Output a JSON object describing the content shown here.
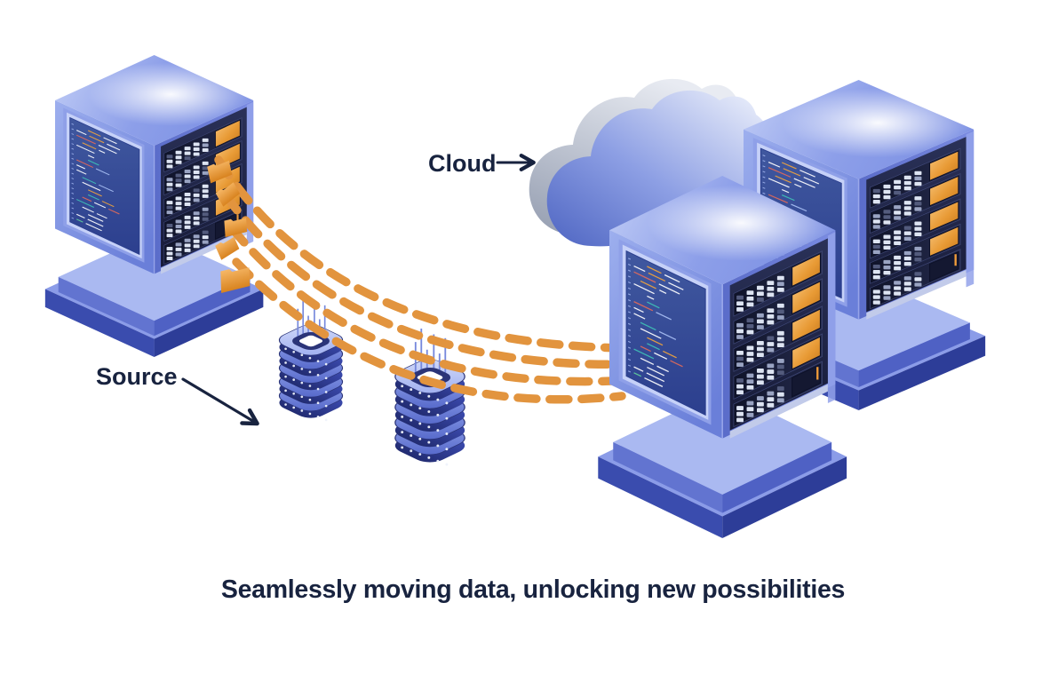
{
  "labels": {
    "cloud": "Cloud",
    "source": "Source"
  },
  "caption": "Seamlessly moving data, unlocking new possibilities",
  "colors": {
    "background": "#ffffff",
    "text": "#18233f",
    "arrow": "#18233f",
    "dash_orange": "#e2943e",
    "folder_orange": "#e89a35",
    "tower_face_light": "#9dafee",
    "tower_face_mid": "#6c81d8",
    "tower_panel_navy": "#232a52",
    "screen_blue": "#3b54a8",
    "module_screen_orange": "#eda23f",
    "pedestal_dark": "#2d3d98",
    "cloud_front_blue": "#4e65c2",
    "cloud_back_gray": "#949db0",
    "db_stack_blue": "#5265c8",
    "db_stack_navy": "#2a3376",
    "code_palette": [
      "#ffffff",
      "#f0a43c",
      "#5fcf9a",
      "#e06a5a",
      "#3fc1b6",
      "#a9c0f5"
    ]
  },
  "diagram": {
    "nodes": [
      {
        "id": "source-server-tower",
        "kind": "server-tower",
        "label_ref": "source"
      },
      {
        "id": "database-stack-small",
        "kind": "database-stack"
      },
      {
        "id": "database-stack-large",
        "kind": "database-stack"
      },
      {
        "id": "cloud",
        "kind": "cloud",
        "label_ref": "cloud"
      },
      {
        "id": "destination-server-tower",
        "kind": "server-tower"
      },
      {
        "id": "secondary-server-tower",
        "kind": "server-tower"
      }
    ],
    "flows": [
      {
        "from": "source-server-tower",
        "to": "destination-server-tower",
        "style": "dashed-orange-curves",
        "lines": 4,
        "payload": "folder-icons"
      }
    ]
  }
}
